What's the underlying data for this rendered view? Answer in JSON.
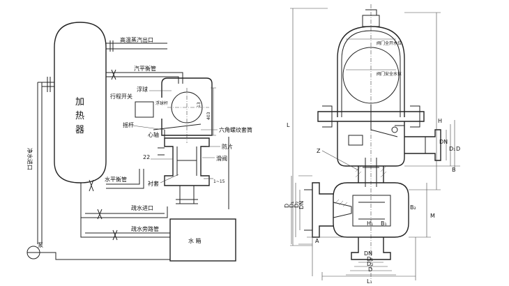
{
  "left": {
    "heater_label": [
      "加",
      "热",
      "器"
    ],
    "steam_outlet": "高温蒸汽出口",
    "vapor_balance": "汽平衡管",
    "float": "浮球",
    "travel_switch": "行程开关",
    "float_arm": "浮球杆",
    "lever": "摇杆",
    "fulcrum": "心轴",
    "hex_bushing": "六角螺纹套筒",
    "baffle": "防片",
    "flow_valve": "滑阀",
    "num_403": "403",
    "num_13": "13",
    "num_22": "22",
    "num_1_15": "1~15",
    "liner": "衬套",
    "water_balance": "水平衡管",
    "drain_inlet": "疏水进口",
    "drain_bypass": "疏水旁路管",
    "water_tank": "水  箱",
    "pump": "泵",
    "clean_water_inlet": "净水进口"
  },
  "right": {
    "full_open": "阀门全开水位",
    "safe_level": "阀门安全水位",
    "L": "L",
    "H": "H",
    "Z": "Z",
    "DN": "DN",
    "D1": "D₁",
    "D": "D",
    "B": "B",
    "B2": "B₂",
    "B1": "B₁",
    "M": "M",
    "A": "A",
    "HA": "H₁",
    "L1": "L₁",
    "D2": "D₂",
    "bottom_DN": "DN",
    "bottom_D1": "D₁",
    "bottom_D2": "D₂",
    "bottom_D": "D",
    "left_D": "D",
    "left_D1": "D₁",
    "left_D2": "D₂",
    "left_DN": "DN"
  }
}
